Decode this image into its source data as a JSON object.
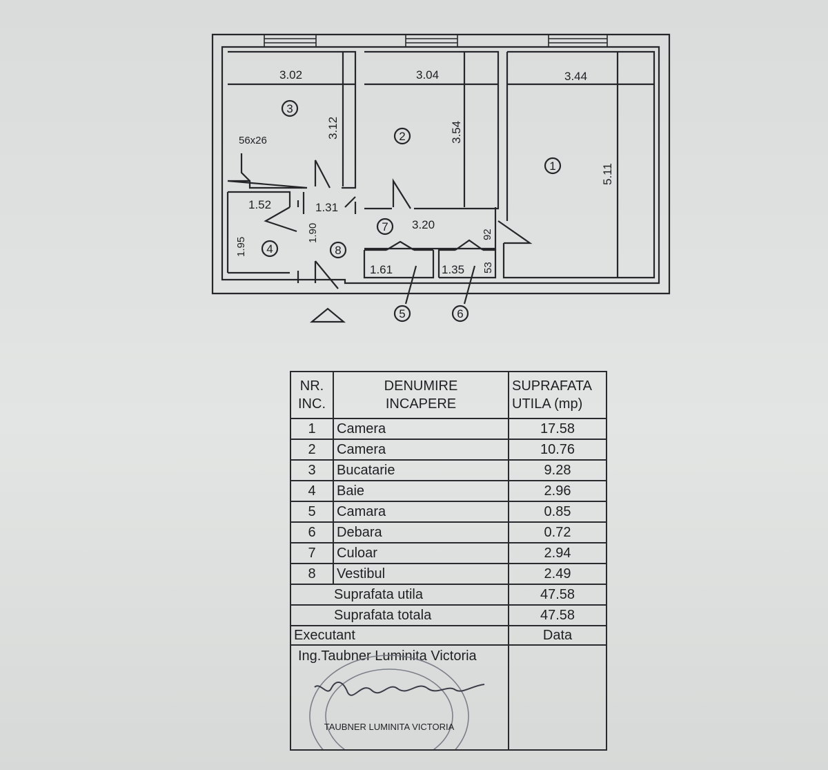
{
  "plan": {
    "dims": {
      "kitchen_width": "3.02",
      "kitchen_depth": "3.12",
      "room2_width": "3.04",
      "room2_depth": "3.54",
      "room1_width": "3.44",
      "room1_depth": "5.11",
      "duct": "56x26",
      "bath_width": "1.52",
      "bath_depth": "1.95",
      "vestibule_width": "1.31",
      "vestibule_depth": "1.90",
      "corridor_length": "3.20",
      "corridor_width": "92",
      "pantry_width": "1.61",
      "closet_width": "1.35",
      "closet_depth": "53"
    },
    "room_numbers": [
      "1",
      "2",
      "3",
      "4",
      "5",
      "6",
      "7",
      "8"
    ]
  },
  "table": {
    "header": {
      "nr": "NR.\nINC.",
      "name": "DENUMIRE\nINCAPERE",
      "area": "SUPRAFATA\nUTILA  (mp)"
    },
    "rows": [
      {
        "nr": "1",
        "name": "Camera",
        "area": "17.58"
      },
      {
        "nr": "2",
        "name": "Camera",
        "area": "10.76"
      },
      {
        "nr": "3",
        "name": "Bucatarie",
        "area": "9.28"
      },
      {
        "nr": "4",
        "name": "Baie",
        "area": "2.96"
      },
      {
        "nr": "5",
        "name": "Camara",
        "area": "0.85"
      },
      {
        "nr": "6",
        "name": "Debara",
        "area": "0.72"
      },
      {
        "nr": "7",
        "name": "Culoar",
        "area": "2.94"
      },
      {
        "nr": "8",
        "name": "Vestibul",
        "area": "2.49"
      }
    ],
    "useful_area_label": "Suprafata utila",
    "useful_area_value": "47.58",
    "total_area_label": "Suprafata totala",
    "total_area_value": "47.58",
    "executant_label": "Executant",
    "date_label": "Data",
    "engineer": "Ing.Taubner Luminita Victoria",
    "stamp_text": "TAUBNER LUMINITA VICTORIA"
  },
  "colors": {
    "ink": "#1f1f22",
    "paper": "#dfe1e0",
    "stamp_ink": "#6b6f7a"
  }
}
